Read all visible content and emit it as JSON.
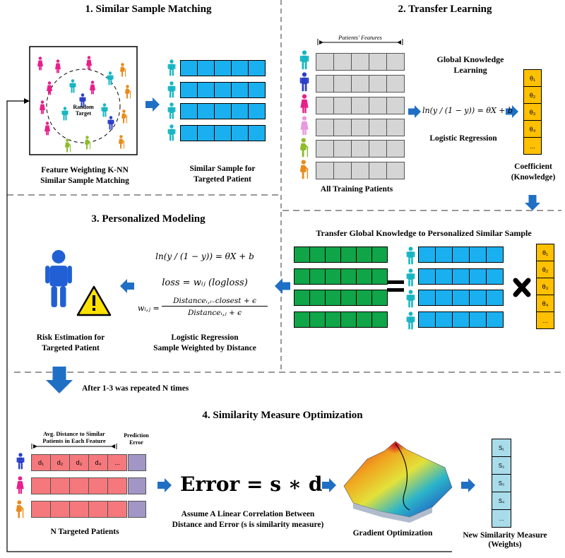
{
  "sections": {
    "s1_title": "1. Similar Sample Matching",
    "s2_title": "2. Transfer Learning",
    "s3_title": "3. Personalized Modeling",
    "s4_title": "4. Similarity Measure Optimization"
  },
  "s1": {
    "random_target_1": "Random",
    "random_target_2": "Target",
    "knn_caption_1": "Feature Weighting K-NN",
    "knn_caption_2": "Similar Sample Matching",
    "sim_caption_1": "Similar Sample for",
    "sim_caption_2": "Targeted Patient"
  },
  "s2": {
    "features_label": "Patients' Features",
    "all_training": "All Training Patients",
    "global_1": "Global Knowledge",
    "global_2": "Learning",
    "formula": "ln(y / (1 − y)) = θX + b",
    "logreg": "Logistic Regression",
    "coef_1": "Coefficient",
    "coef_2": "(Knowledge)",
    "thetas": [
      "θ₁",
      "θ₂",
      "θ₃",
      "θ₄",
      "..."
    ],
    "transfer_title": "Transfer Global Knowledge to Personalized Similar Sample"
  },
  "s3": {
    "formula1": "ln(y / (1 − y)) = θX + b",
    "formula2": "loss = wᵢⱼ (logloss)",
    "formula3_lhs": "wᵢ,ⱼ =",
    "formula3_num": "Distanceᵢ,ᵢ₋closest + ϵ",
    "formula3_den": "Distanceᵢ,ⱼ + ϵ",
    "risk_1": "Risk Estimation for",
    "risk_2": "Targeted Patient",
    "lr_1": "Logistic Regression",
    "lr_2": "Sample Weighted by Distance"
  },
  "repeat_text": "After 1-3 was repeated N times",
  "s4": {
    "avg_1": "Avg. Distance to Similar",
    "avg_2": "Patients in Each Feature",
    "pred_1": "Prediction",
    "pred_2": "Error",
    "d_cells": [
      "d₁",
      "d₂",
      "d₃",
      "d₄",
      "..."
    ],
    "error_formula": "Error = s ∗ d",
    "assume_1": "Assume A Linear Correlation Between",
    "assume_2": "Distance and Error (s is similarity measure)",
    "n_targeted": "N Targeted Patients",
    "gradient": "Gradient Optimization",
    "new_sim_1": "New Similarity Measure",
    "new_sim_2": "(Weights)",
    "s_cells": [
      "S₁",
      "S₂",
      "S₃",
      "S₄",
      "..."
    ]
  },
  "colors": {
    "arrow_blue": "#1f6fc5",
    "cell_blue": "#1ab0ef",
    "cell_green": "#0fa548",
    "cell_gray": "#d5d5d5",
    "cell_orange": "#ffc000",
    "cell_red": "#f5787c",
    "cell_purple": "#a196c6",
    "cell_lightblue": "#a9dcea",
    "person_teal": "#16b6c2",
    "person_magenta": "#e8208a",
    "person_blue": "#2b3fc9",
    "person_orange": "#e88b1c",
    "person_green": "#8dbb2a"
  }
}
